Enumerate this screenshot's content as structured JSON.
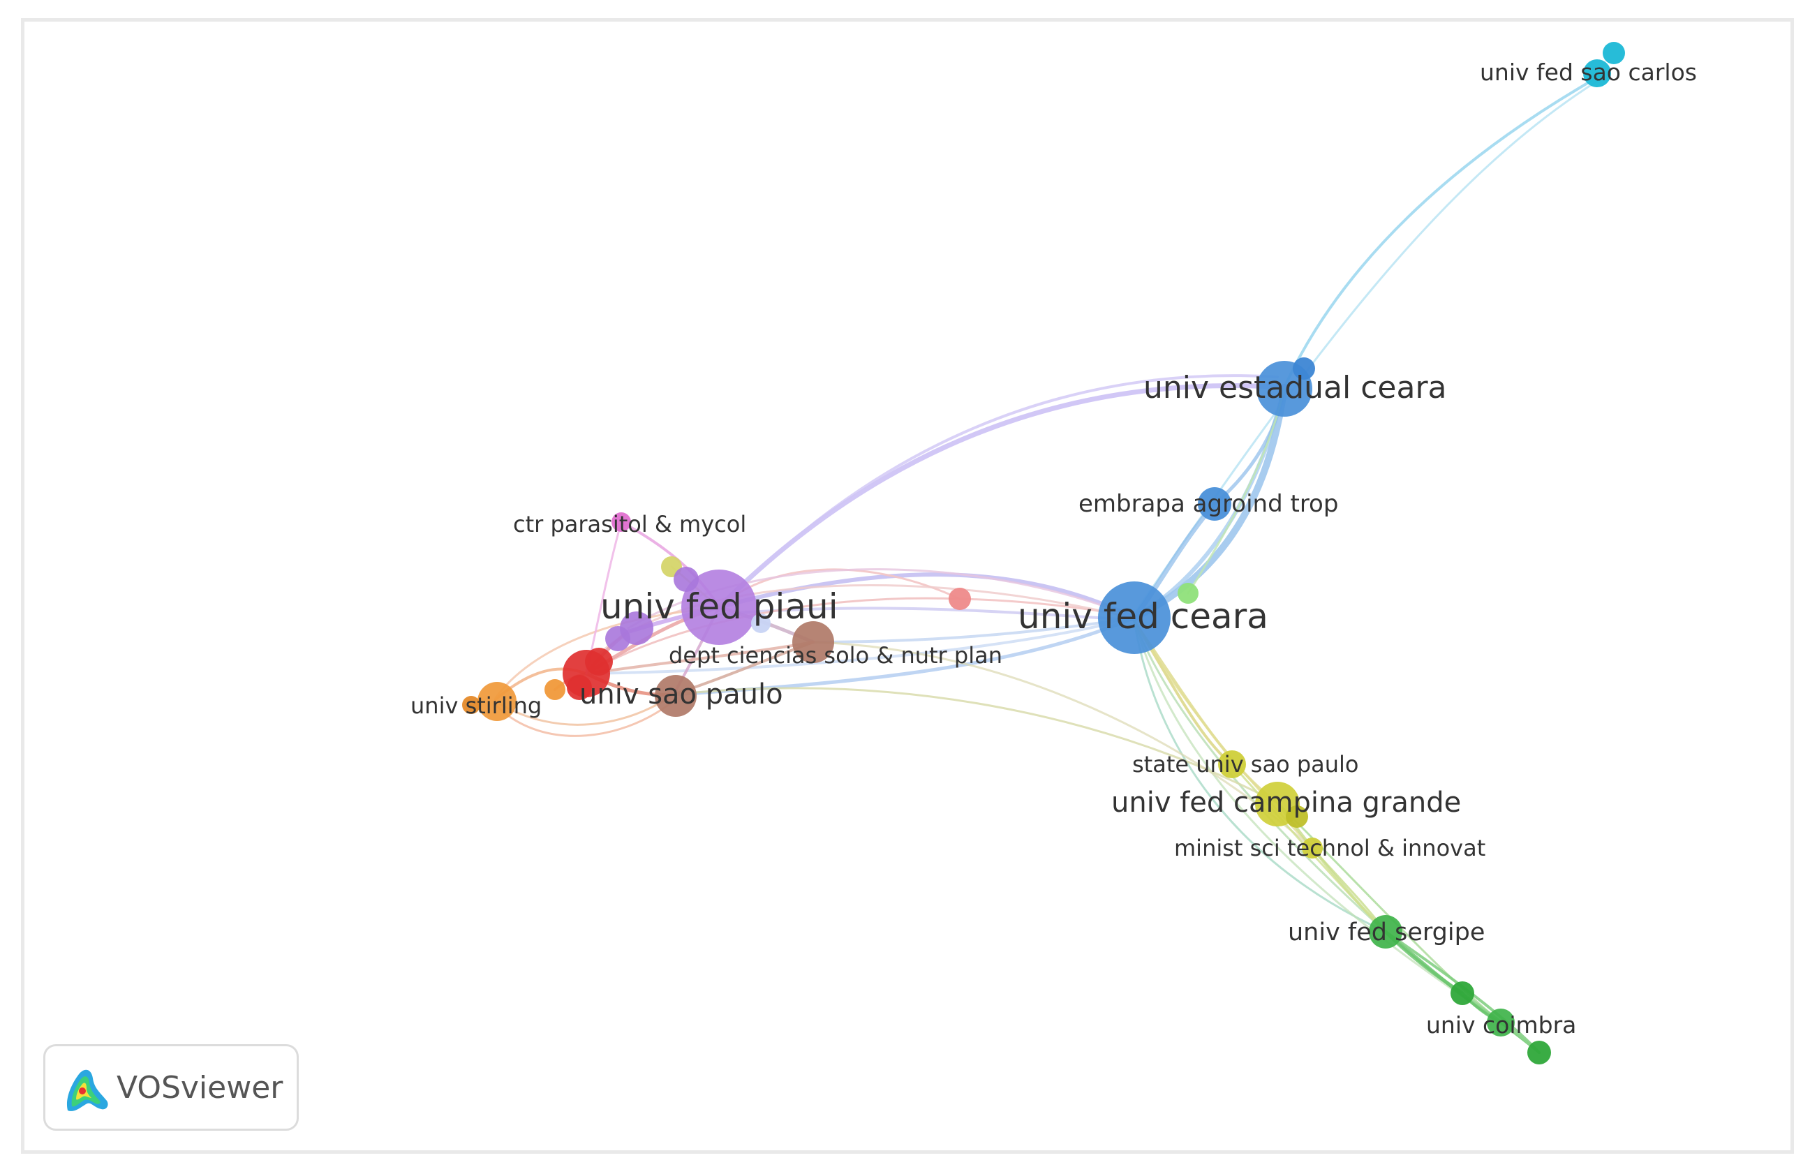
{
  "brand": {
    "name": "VOSviewer"
  },
  "palette": {
    "blue": "#4a90d9",
    "light_blue": "#1bb8d6",
    "purple": "#b27ee0",
    "red": "#e03030",
    "orange": "#f0993a",
    "brown": "#b07a68",
    "yellow": "#cfcf3a",
    "green": "#3fb34a",
    "pink": "#e070d0",
    "salmon": "#ee8a8a",
    "light_green": "#8fe07a"
  },
  "nodes": [
    {
      "id": "univ-fed-sao-carlos",
      "label": "univ fed sao carlos",
      "cluster": "light_blue"
    },
    {
      "id": "univ-estadual-ceara",
      "label": "univ estadual ceara",
      "cluster": "blue"
    },
    {
      "id": "embrapa-agroind-trop",
      "label": "embrapa agroind trop",
      "cluster": "blue"
    },
    {
      "id": "univ-fed-ceara",
      "label": "univ fed ceara",
      "cluster": "blue"
    },
    {
      "id": "ctr-parasitol-mycol",
      "label": "ctr parasitol & mycol",
      "cluster": "pink"
    },
    {
      "id": "univ-fed-piaui",
      "label": "univ fed piaui",
      "cluster": "purple"
    },
    {
      "id": "dept-ciencias-solo",
      "label": "dept ciencias solo & nutr plan",
      "cluster": "brown"
    },
    {
      "id": "univ-sao-paulo",
      "label": "univ sao paulo",
      "cluster": "brown"
    },
    {
      "id": "univ-stirling",
      "label": "univ stirling",
      "cluster": "orange"
    },
    {
      "id": "state-univ-sao-paulo",
      "label": "state univ sao paulo",
      "cluster": "yellow"
    },
    {
      "id": "univ-fed-campina-grande",
      "label": "univ fed campina grande",
      "cluster": "yellow"
    },
    {
      "id": "minist-sci-technol",
      "label": "minist sci technol & innovat",
      "cluster": "yellow"
    },
    {
      "id": "univ-fed-sergipe",
      "label": "univ fed sergipe",
      "cluster": "green"
    },
    {
      "id": "univ-coimbra",
      "label": "univ coimbra",
      "cluster": "green"
    }
  ]
}
